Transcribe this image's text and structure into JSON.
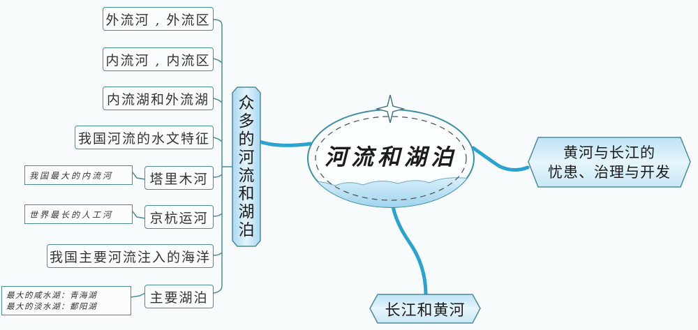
{
  "center": {
    "title": "河流和湖泊"
  },
  "left_branch": {
    "title": "众多的河流和湖泊",
    "title_chars": [
      "众",
      "多",
      "的",
      "河",
      "流",
      "和",
      "湖",
      "泊"
    ],
    "items": [
      {
        "label": "外流河 , 外流区"
      },
      {
        "label": "内流河 , 内流区"
      },
      {
        "label": "内流湖和外流湖"
      },
      {
        "label": "我国河流的水文特征"
      },
      {
        "label": "塔里木河",
        "note": [
          "我国最大的内流河"
        ]
      },
      {
        "label": "京杭运河",
        "note": [
          "世界最长的人工河"
        ]
      },
      {
        "label": "我国主要河流注入的海洋"
      },
      {
        "label": "主要湖泊",
        "note": [
          "最大的咸水湖：青海湖",
          "最大的淡水湖：鄱阳湖"
        ]
      }
    ]
  },
  "right_branch": {
    "line1": "黄河与长江的",
    "line2": "忧患、治理与开发"
  },
  "bottom_branch": {
    "title": "长江和黄河"
  },
  "colors": {
    "line": "#4a8b96",
    "branch": "#2aa3cf",
    "box_fill": "#d8eef8",
    "background": "#f7fbfc"
  }
}
